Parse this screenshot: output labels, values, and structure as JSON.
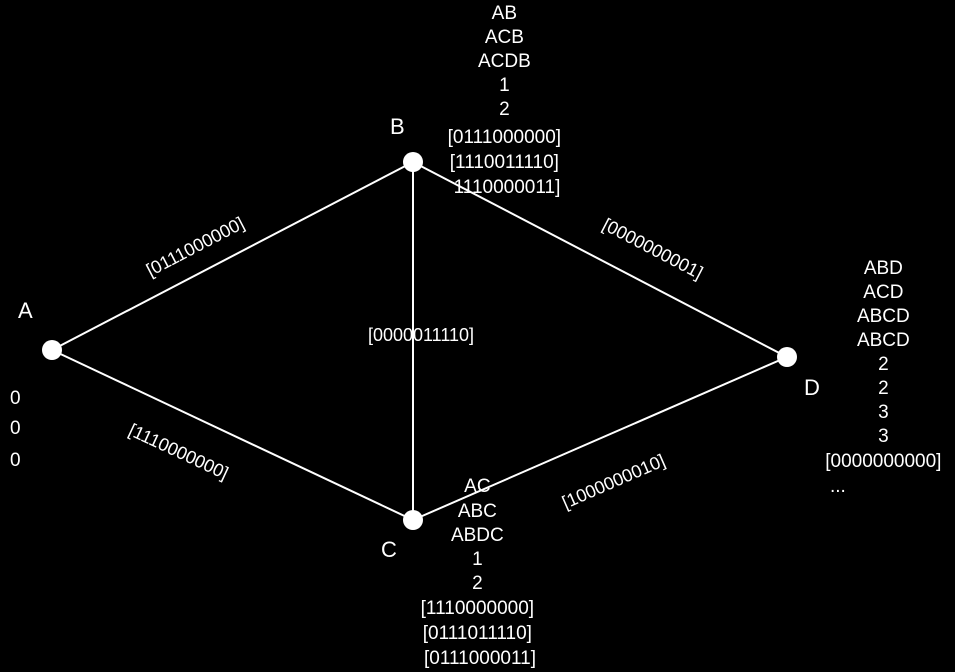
{
  "nodes": {
    "A": {
      "label": "A",
      "info": [
        "0",
        "0",
        "0"
      ]
    },
    "B": {
      "label": "B",
      "info": [
        "AB",
        "ACB",
        "ACDB",
        "1",
        "2",
        "[0111000000]",
        "[1110011110]",
        "1110000011]"
      ]
    },
    "C": {
      "label": "C",
      "info": [
        "AC",
        "ABC",
        "ABDC",
        "1",
        "2",
        "[1110000000]",
        "[0111011110]",
        "[0111000011]"
      ]
    },
    "D": {
      "label": "D",
      "info": [
        "ABD",
        "ACD",
        "ABCD",
        "ABCD",
        "2",
        "2",
        "3",
        "3",
        "[0000000000]",
        "..."
      ]
    }
  },
  "edges": {
    "AB": "[0111000000]",
    "AC": "[1110000000]",
    "BC": "[0000011110]",
    "BD": "[0000000001]",
    "CD": "[1000000010]"
  },
  "colors": {
    "background": "#000000",
    "foreground": "#ffffff"
  }
}
